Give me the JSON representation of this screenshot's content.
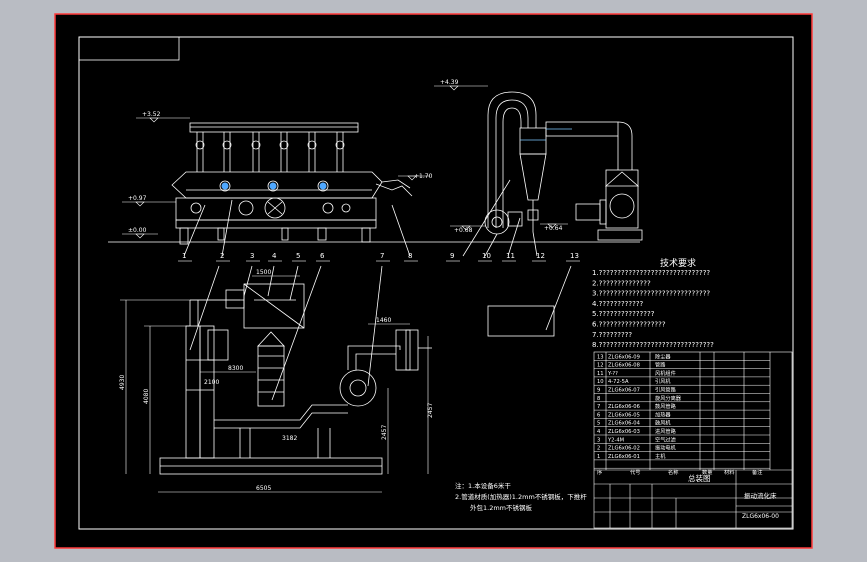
{
  "colors": {
    "background": "#000000",
    "frame": "#ffffff",
    "outer_border": "#ff3a3a",
    "line": "#ffffff",
    "accent": "#7ec9ff"
  },
  "elevations": {
    "feeder_top": "+3.52",
    "feeder_left": "+0.97",
    "ground": "±0.00",
    "cyclone_top": "+4.39",
    "discharge": "+1.70",
    "fan_base": "+0.68",
    "duct_base": "+0.64"
  },
  "balloons_top": [
    "1",
    "2",
    "3",
    "4",
    "5",
    "6",
    "7",
    "8",
    "9",
    "10",
    "11",
    "12",
    "13"
  ],
  "dimensions": {
    "d1500": "1500",
    "d1460": "1460",
    "d8300": "8300",
    "d4930": "4930",
    "d4080": "4080",
    "d2457a": "2457",
    "d2457b": "2457",
    "d2100": "2100",
    "d6505": "6505",
    "d3182": "3182"
  },
  "tech": {
    "title": "技术要求",
    "lines": [
      "1.??????????????????????????????",
      "2.??????????????",
      "3.??????????????????????????????",
      "4.????????????",
      "5.???????????????",
      "6.??????????????????",
      "7.?????????",
      "8.???????????????????????????????"
    ]
  },
  "notes": {
    "line1": "注：1.本设备6米干",
    "line2": "2.管道材质(加热器)1.2mm不锈钢板，下推杆",
    "line3": "外包1.2mm不锈钢板"
  },
  "parts": [
    {
      "no": "13",
      "code": "ZLG6x06-09",
      "name": "除尘器"
    },
    {
      "no": "12",
      "code": "ZLG6x06-08",
      "name": "管路"
    },
    {
      "no": "11",
      "code": "Y-??",
      "name": "风机组件"
    },
    {
      "no": "10",
      "code": "4-72-5A",
      "name": "引风机"
    },
    {
      "no": "9",
      "code": "ZLG6x06-07",
      "name": "引风管路"
    },
    {
      "no": "8",
      "code": "",
      "name": "旋风分离器"
    },
    {
      "no": "7",
      "code": "ZLG6x06-06",
      "name": "鼓风管路"
    },
    {
      "no": "6",
      "code": "ZLG6x06-05",
      "name": "加热器"
    },
    {
      "no": "5",
      "code": "ZLG6x06-04",
      "name": "鼓风机"
    },
    {
      "no": "4",
      "code": "ZLG6x06-03",
      "name": "进风管路"
    },
    {
      "no": "3",
      "code": "Y2-4M",
      "name": "空气过滤"
    },
    {
      "no": "2",
      "code": "ZLG6x06-02",
      "name": "振动电机"
    },
    {
      "no": "1",
      "code": "ZLG6x06-01",
      "name": "主机"
    }
  ],
  "parts_header": [
    "序",
    "代号",
    "名称",
    "数量",
    "材料",
    "备注"
  ],
  "title_block": {
    "drawing_name": "总装图",
    "product": "振动流化床",
    "code": "ZLG6x06-00"
  }
}
